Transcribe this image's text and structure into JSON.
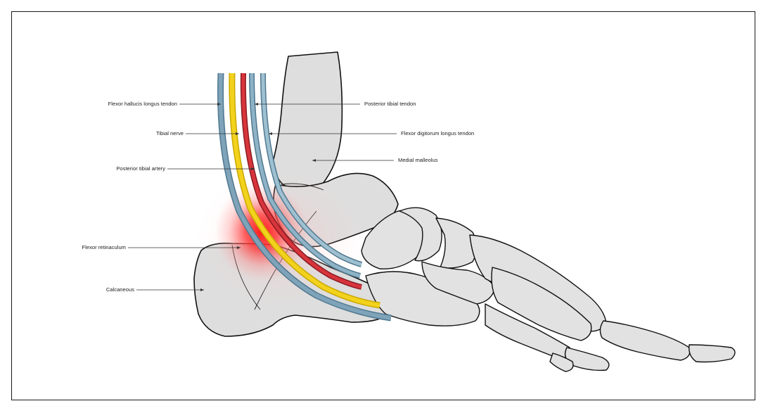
{
  "labels": {
    "fhl_tendon": "Flexor hallucis longus tendon",
    "tibial_nerve": "Tibial nerve",
    "posterior_tibial_artery": "Posterior tibial artery",
    "flexor_retinaculum": "Flexor retinaculum",
    "calcaneus": "Calcaneous",
    "posterior_tibial_tendon": "Posterior tibial tendon",
    "fdl_tendon": "Flexor digitorum longus tendon",
    "medial_malleolus": "Medial malleolus"
  },
  "colors": {
    "tendon": "#7fa3b8",
    "tendon_dark": "#4f7890",
    "nerve": "#f2d21c",
    "artery": "#d8343c",
    "bone_fill": "#dedede",
    "pain_glow": "#ff1a1a"
  }
}
